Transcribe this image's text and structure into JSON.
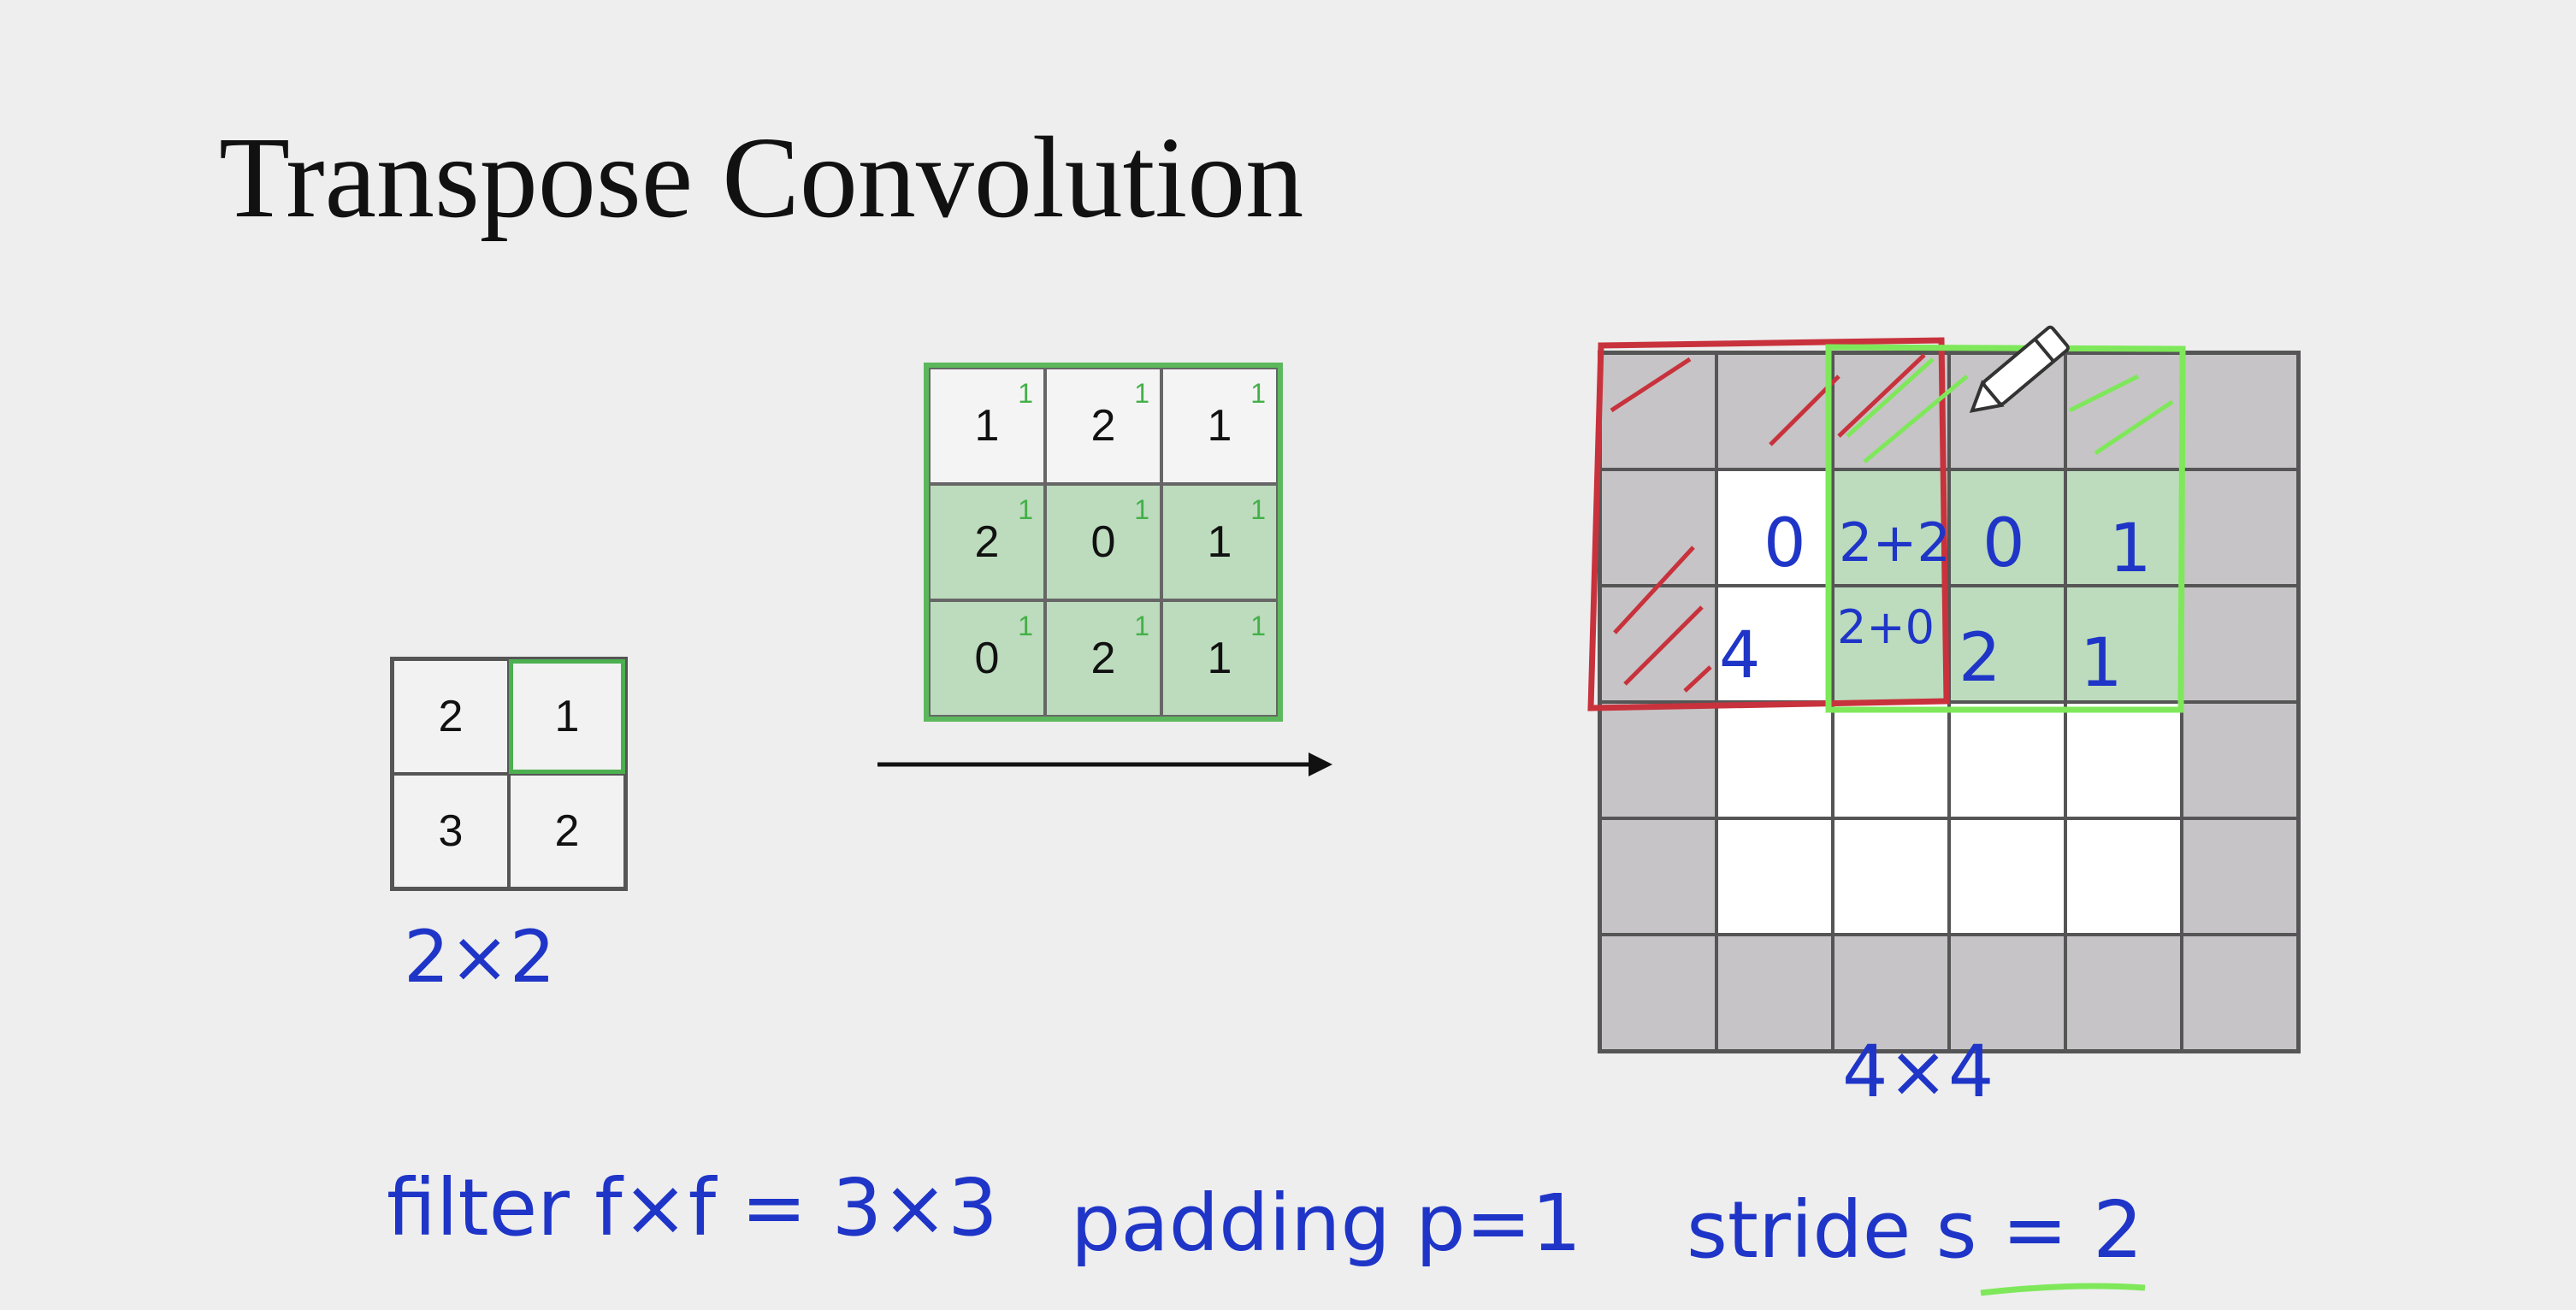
{
  "title": "Transpose Convolution",
  "input_matrix": [
    [
      "2",
      "1"
    ],
    [
      "3",
      "2"
    ]
  ],
  "filter_matrix": [
    [
      "1",
      "2",
      "1"
    ],
    [
      "2",
      "0",
      "1"
    ],
    [
      "0",
      "2",
      "1"
    ]
  ],
  "filter_superscript": "1",
  "annotations": {
    "input_size": "2×2",
    "output_size": "4×4",
    "filter": "filter  f×f = 3×3",
    "padding": "padding  p=1",
    "stride": "stride  s = 2",
    "out_r1c1": "0",
    "out_r1c2": "2+2",
    "out_r1c3": "0",
    "out_r1c4": "1",
    "out_r2c0": "4",
    "out_r2c2": "2+0",
    "out_r2c3": "2",
    "out_r2c4": "1"
  },
  "colors": {
    "handwriting": "#1f35c8",
    "filter_border": "#5cb85c",
    "green_fill": "#bcdcbd",
    "red_box": "#c8323c",
    "green_box": "#7ee85a",
    "padding_fill": "#c6c4c6"
  },
  "icons": [
    "pencil-icon",
    "arrow-right-icon"
  ]
}
